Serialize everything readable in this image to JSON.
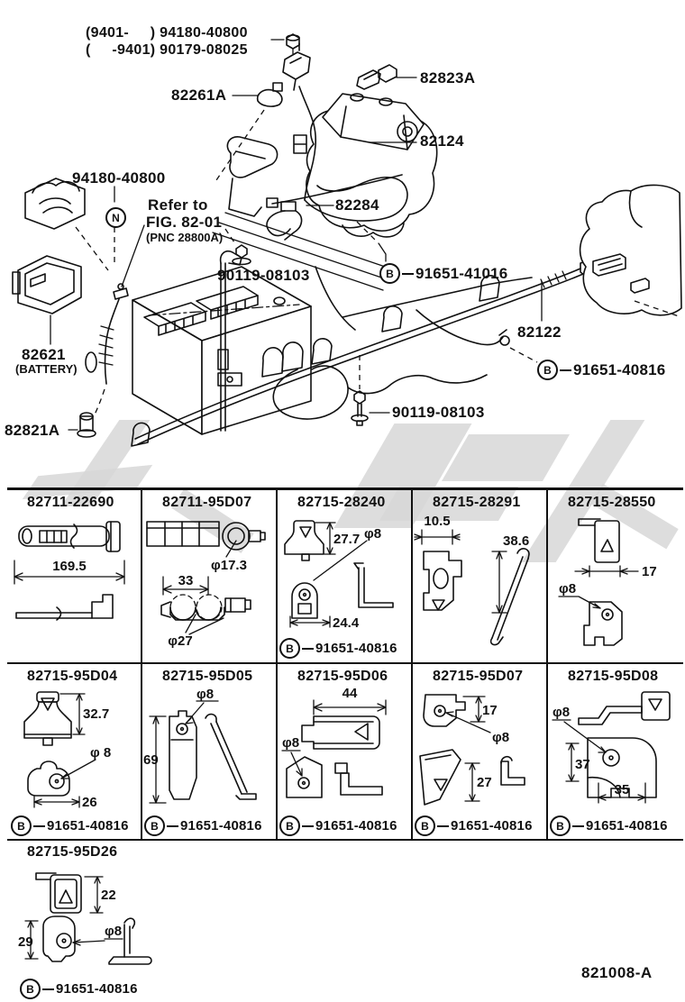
{
  "diagram": {
    "top_code": {
      "line1": "(9401-     ) 94180-40800",
      "line2": "(     -9401) 90179-08025"
    },
    "labels": {
      "l82261a": "82261A",
      "l82823a": "82823A",
      "l82124": "82124",
      "l94180": "94180-40800",
      "refer1": "Refer to",
      "refer2": "FIG. 82-01",
      "refer3": "(PNC 28800A)",
      "l82284": "82284",
      "bolt_top": "90119-08103",
      "l82122": "82122",
      "bolt_bottom": "90119-08103",
      "l82621": "82621",
      "l82621_sub": "(BATTERY)",
      "l82821a": "82821A",
      "n_symbol": "N"
    },
    "fasteners": {
      "f41016": {
        "circle": "B",
        "number": "91651-41016"
      },
      "f40816": {
        "circle": "B",
        "number": "91651-40816"
      }
    }
  },
  "table": {
    "rows": [
      {
        "cells": [
          {
            "part_number": "82711-22690",
            "dims": [
              "169.5"
            ]
          },
          {
            "part_number": "82711-95D07",
            "dims": [
              "33",
              "φ17.3",
              "φ27"
            ]
          },
          {
            "part_number": "82715-28240",
            "dims": [
              "27.7",
              "φ8",
              "24.4"
            ],
            "fastener": {
              "circle": "B",
              "number": "91651-40816"
            }
          },
          {
            "part_number": "82715-28291",
            "dims": [
              "10.5",
              "38.6"
            ]
          },
          {
            "part_number": "82715-28550",
            "dims": [
              "17",
              "φ8"
            ]
          }
        ]
      },
      {
        "cells": [
          {
            "part_number": "82715-95D04",
            "dims": [
              "32.7",
              "φ 8",
              "26"
            ],
            "fastener": {
              "circle": "B",
              "number": "91651-40816"
            }
          },
          {
            "part_number": "82715-95D05",
            "dims": [
              "φ8",
              "69"
            ],
            "fastener": {
              "circle": "B",
              "number": "91651-40816"
            }
          },
          {
            "part_number": "82715-95D06",
            "dims": [
              "44",
              "φ8"
            ],
            "fastener": {
              "circle": "B",
              "number": "91651-40816"
            }
          },
          {
            "part_number": "82715-95D07",
            "dims": [
              "17",
              "φ8",
              "27"
            ],
            "fastener": {
              "circle": "B",
              "number": "91651-40816"
            }
          },
          {
            "part_number": "82715-95D08",
            "dims": [
              "φ8",
              "37",
              "35"
            ],
            "fastener": {
              "circle": "B",
              "number": "91651-40816"
            }
          }
        ]
      }
    ],
    "extra_row": {
      "part_number": "82715-95D26",
      "dims": [
        "22",
        "29",
        "φ8"
      ],
      "fastener": {
        "circle": "B",
        "number": "91651-40816"
      }
    }
  },
  "footer": {
    "doc_number": "821008-A"
  }
}
